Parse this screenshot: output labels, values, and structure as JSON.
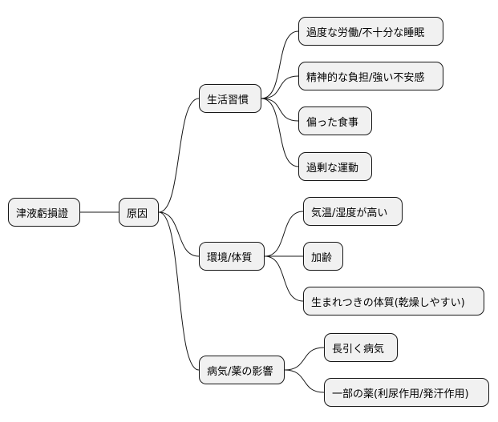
{
  "root": {
    "label": "津液虧損證"
  },
  "cause": {
    "label": "原因"
  },
  "categories": [
    {
      "label": "生活習慣",
      "items": [
        "過度な労働/不十分な睡眠",
        "精神的な負担/強い不安感",
        "偏った食事",
        "過剰な運動"
      ]
    },
    {
      "label": "環境/体質",
      "items": [
        "気温/湿度が高い",
        "加齢",
        "生まれつきの体質(乾燥しやすい)"
      ]
    },
    {
      "label": "病気/薬の影響",
      "items": [
        "長引く病気",
        "一部の薬(利尿作用/発汗作用)"
      ]
    }
  ]
}
